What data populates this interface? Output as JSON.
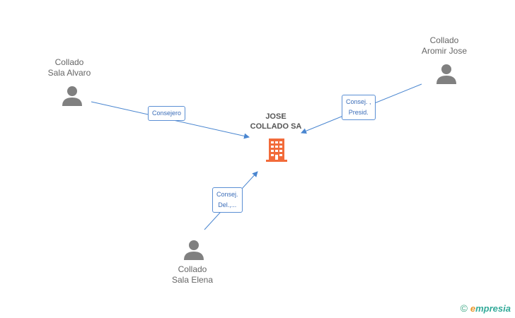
{
  "company": {
    "line1": "JOSE",
    "line2": "COLLADO SA"
  },
  "people": {
    "alvaro": {
      "line1": "Collado",
      "line2": "Sala Alvaro"
    },
    "jose": {
      "line1": "Collado",
      "line2": "Aromir Jose"
    },
    "elena": {
      "line1": "Collado",
      "line2": "Sala Elena"
    }
  },
  "edges": {
    "alvaro": {
      "line1": "Consejero"
    },
    "jose": {
      "line1": "Consej. ,",
      "line2": "Presid."
    },
    "elena": {
      "line1": "Consej.",
      "line2": "Del.,..."
    }
  },
  "watermark": {
    "symbol": "©",
    "brand_first": "e",
    "brand_rest": "mpresia"
  },
  "colors": {
    "edge": "#4a86d0",
    "person": "#808080",
    "company": "#f26b3a"
  }
}
